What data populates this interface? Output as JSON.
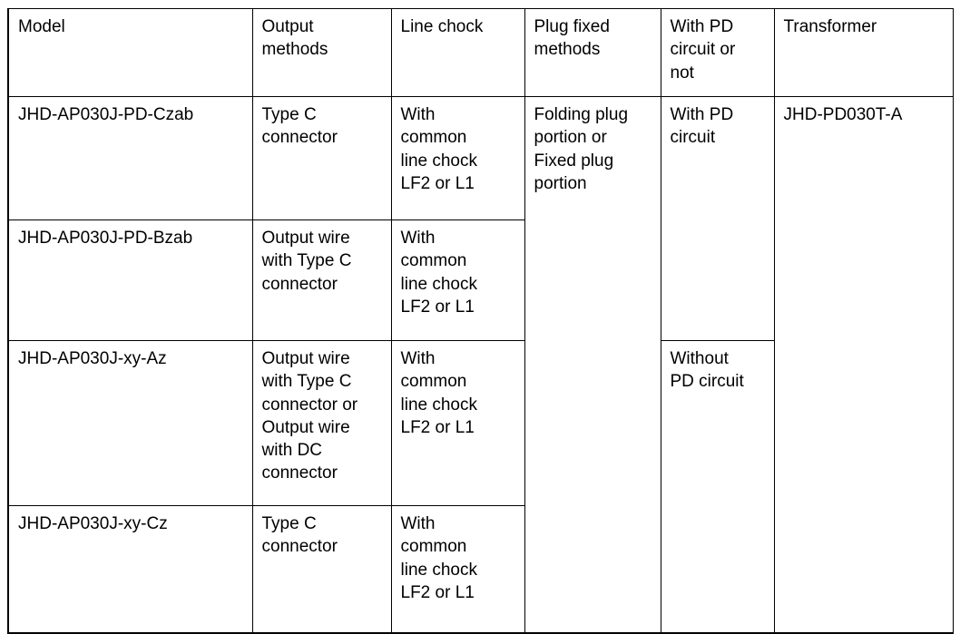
{
  "table": {
    "columns": [
      {
        "key": "model",
        "label": "Model"
      },
      {
        "key": "output",
        "label": "Output\nmethods"
      },
      {
        "key": "chock",
        "label": "Line chock"
      },
      {
        "key": "plug",
        "label": "Plug fixed\nmethods"
      },
      {
        "key": "pd",
        "label": "With PD\ncircuit or\nnot"
      },
      {
        "key": "transformer",
        "label": "Transformer"
      }
    ],
    "rows": [
      {
        "model": "JHD-AP030J-PD-Czab",
        "output": "Type C\nconnector",
        "chock": "With\ncommon\nline chock\nLF2 or L1"
      },
      {
        "model": "JHD-AP030J-PD-Bzab",
        "output": "Output wire\nwith Type C\nconnector",
        "chock": "With\ncommon\nline chock\nLF2 or L1"
      },
      {
        "model": "JHD-AP030J-xy-Az",
        "output": "Output wire\nwith Type C\nconnector or\nOutput wire\nwith DC\nconnector",
        "chock": "With\ncommon\nline chock\nLF2 or L1"
      },
      {
        "model": "JHD-AP030J-xy-Cz",
        "output": "Type C\nconnector",
        "chock": "With\ncommon\nline chock\nLF2 or L1"
      }
    ],
    "merged": {
      "plug_all_rows": "Folding plug\nportion or\nFixed plug\nportion",
      "pd_rows_1_2": "With PD\ncircuit",
      "pd_rows_3_4": "Without\nPD circuit",
      "transformer_all_rows": "JHD-PD030T-A"
    }
  },
  "colors": {
    "border": "#000000",
    "text": "#000000",
    "background": "#ffffff"
  }
}
